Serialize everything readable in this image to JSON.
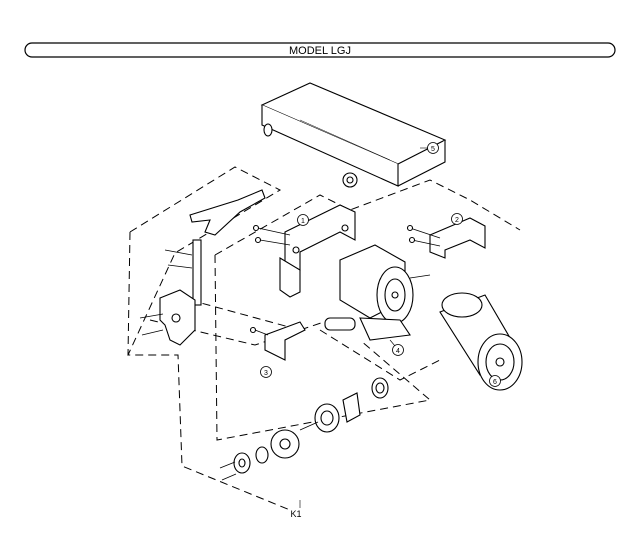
{
  "header": {
    "title": "MODEL LGJ"
  },
  "callouts": [
    {
      "id": "callout-1",
      "label": "1"
    },
    {
      "id": "callout-2",
      "label": "2"
    },
    {
      "id": "callout-3",
      "label": "3"
    },
    {
      "id": "callout-4",
      "label": "4"
    },
    {
      "id": "callout-5",
      "label": "5"
    },
    {
      "id": "callout-6",
      "label": "6"
    }
  ],
  "kit": {
    "label": "K1"
  }
}
